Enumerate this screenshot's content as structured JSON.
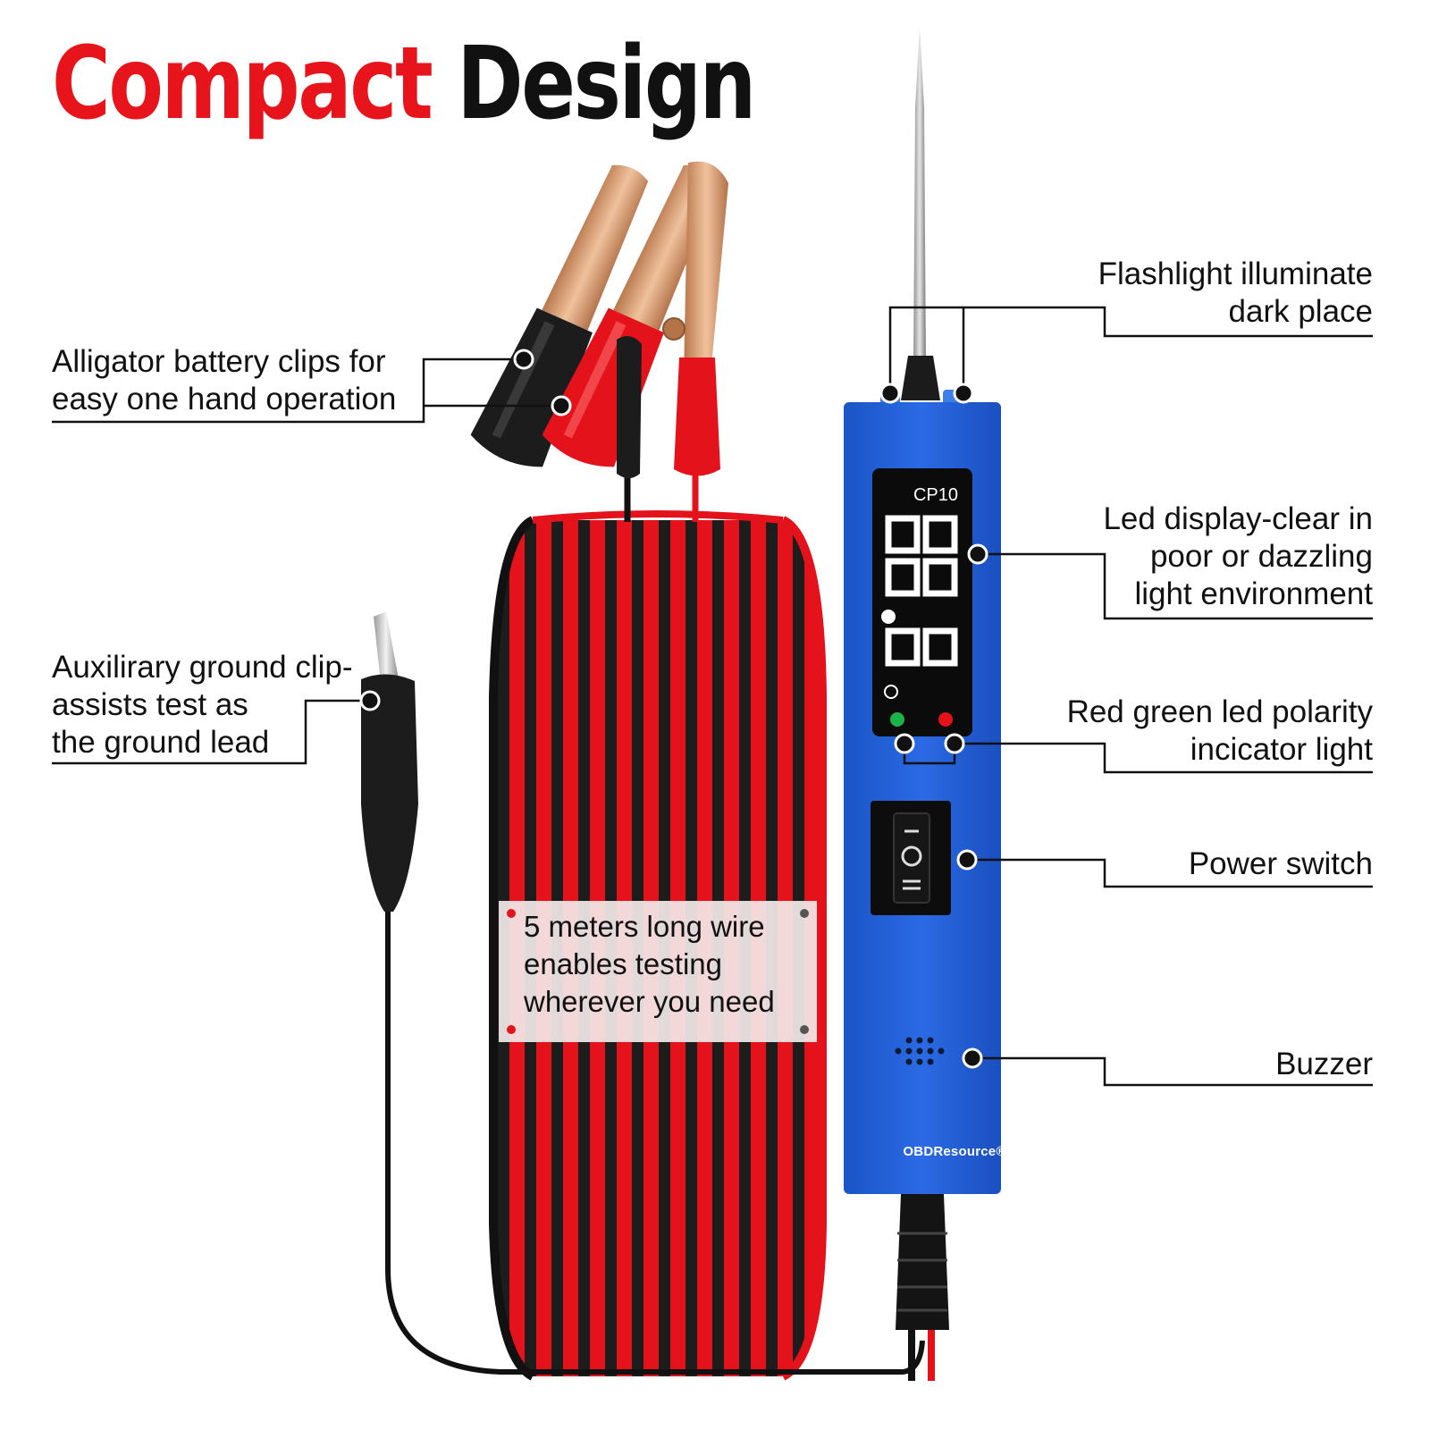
{
  "title": {
    "accent": "Compact",
    "main": "Design"
  },
  "device": {
    "model": "CP10",
    "brand": "OBDResource®"
  },
  "callouts": {
    "alligator_clips": [
      "Alligator battery clips for",
      "easy one hand operation"
    ],
    "ground_clip": [
      "Auxilirary ground clip-",
      "assists test as",
      "the ground lead"
    ],
    "flashlight": [
      "Flashlight illuminate",
      "dark place"
    ],
    "led_display": [
      "Led display-clear in",
      "poor or dazzling",
      "light environment"
    ],
    "polarity": [
      "Red green led polarity",
      "incicator light"
    ],
    "power_switch": [
      "Power switch"
    ],
    "buzzer": [
      "Buzzer"
    ]
  },
  "wire_note": [
    "5 meters long wire",
    "enables testing",
    "wherever you need"
  ],
  "colors": {
    "accent_red": "#e8141b",
    "text": "#111111",
    "device_blue": "#1f5fd6",
    "wire_red": "#e3121b",
    "wire_black": "#1a1a1a",
    "clip_copper": "#d9a274"
  },
  "icons": [
    "flashlight-led-icon",
    "polarity-minus-icon",
    "polarity-plus-icon",
    "power-rocker-icon",
    "buzzer-grille-icon"
  ]
}
